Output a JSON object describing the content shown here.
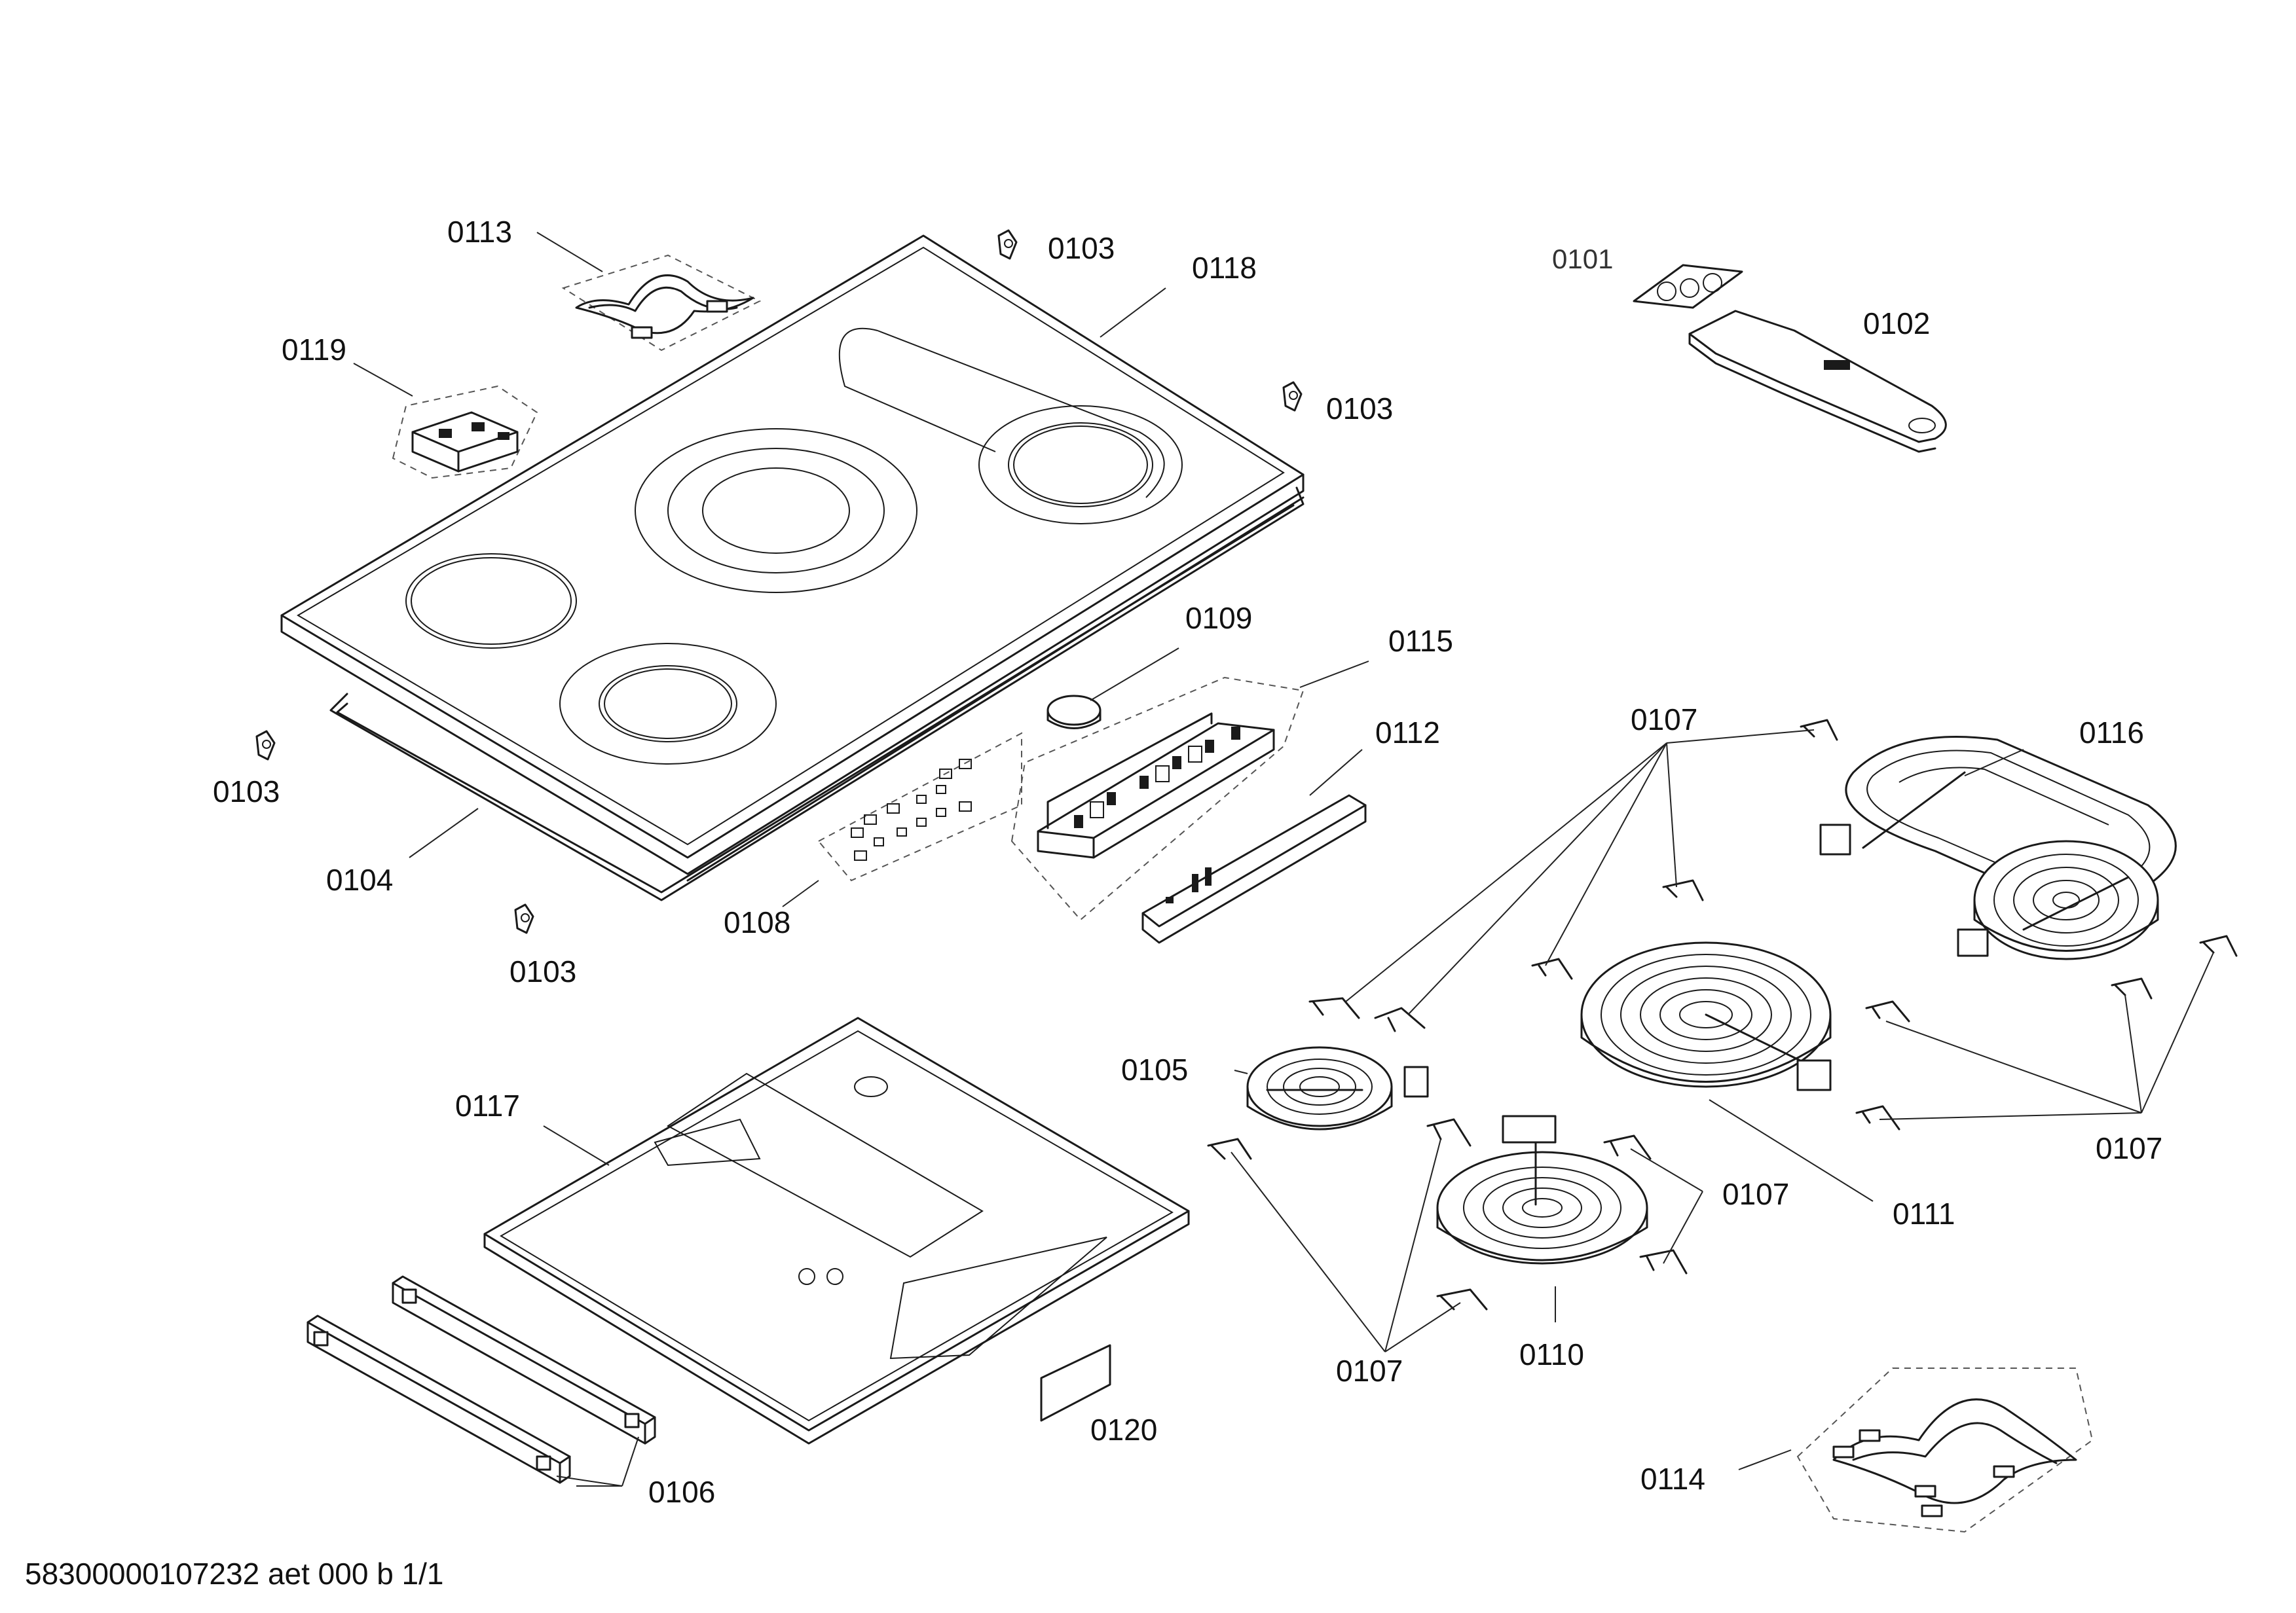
{
  "labels": {
    "p0101": "0101",
    "p0102": "0102",
    "p0103": "0103",
    "p0104": "0104",
    "p0105": "0105",
    "p0106": "0106",
    "p0107": "0107",
    "p0108": "0108",
    "p0109": "0109",
    "p0110": "0110",
    "p0111": "0111",
    "p0112": "0112",
    "p0113": "0113",
    "p0114": "0114",
    "p0115": "0115",
    "p0116": "0116",
    "p0117": "0117",
    "p0118": "0118",
    "p0119": "0119",
    "p0120": "0120"
  },
  "footer": {
    "doc_id": "58300000107232 aet 000 b 1/1"
  }
}
